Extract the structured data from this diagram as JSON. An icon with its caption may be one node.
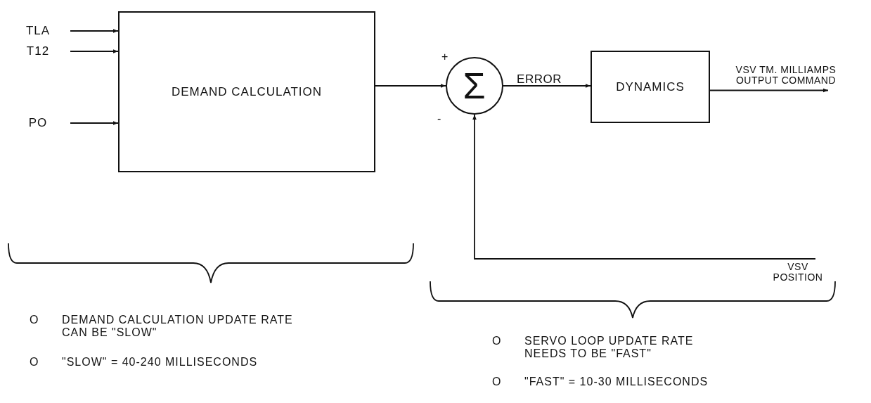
{
  "diagram": {
    "nodes": [
      {
        "text": [
          "TLA"
        ]
      },
      {
        "text": [
          "T12"
        ]
      },
      {
        "text": [
          "PO"
        ]
      },
      {
        "text": [
          "DEMAND CALCULATION"
        ]
      },
      {
        "text": [
          "Σ"
        ]
      },
      {
        "text": [
          "DYNAMICS"
        ]
      }
    ],
    "edges": [
      {
        "from": 0,
        "to": 3,
        "arrow": "to"
      },
      {
        "from": 1,
        "to": 3,
        "arrow": "to"
      },
      {
        "from": 2,
        "to": 3,
        "arrow": "to"
      },
      {
        "from": 3,
        "to": 4,
        "arrow": "to"
      },
      {
        "from": 4,
        "to": 5,
        "arrow": "to",
        "label": "ERROR"
      },
      {
        "from": 5,
        "to": null,
        "arrow": "to",
        "label": "VSV TM. MILLIAMPS OUTPUT COMMAND"
      },
      {
        "from": null,
        "to": 4,
        "arrow": "to",
        "label": "VSV POSITION"
      }
    ],
    "labels": [
      "+",
      "-",
      "O",
      "DEMAND CALCULATION UPDATE RATE CAN BE \"SLOW\"",
      "O",
      "\"SLOW\" = 40-240 MILLISECONDS",
      "O",
      "SERVO LOOP UPDATE RATE NEEDS TO BE \"FAST\"",
      "O",
      "\"FAST\" = 10-30 MILLISECONDS"
    ]
  }
}
